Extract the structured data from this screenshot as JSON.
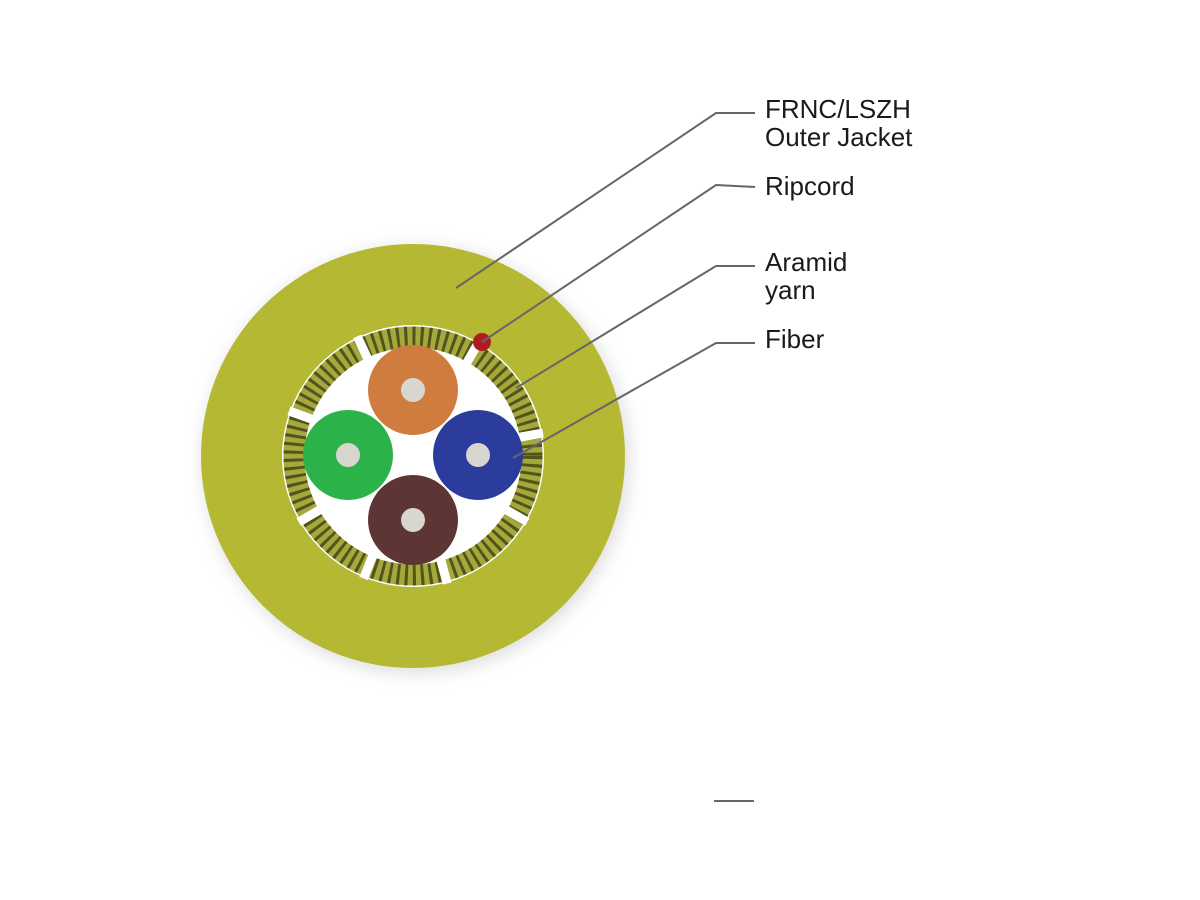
{
  "diagram": {
    "labels": {
      "jacket": [
        "FRNC/LSZH",
        "Outer Jacket"
      ],
      "ripcord": [
        "Ripcord"
      ],
      "aramid": [
        "Aramid",
        "yarn"
      ],
      "fiber": [
        "Fiber"
      ]
    },
    "colors": {
      "jacket": "#b5b833",
      "aramid_light": "#a5a83a",
      "aramid_dark": "#2f3010",
      "ripcord": "#b01c24",
      "fiber_core": "#d9d6cf",
      "fibers": [
        "#cf7d3e",
        "#2bb34a",
        "#2c3c9c",
        "#5e3535"
      ]
    }
  }
}
